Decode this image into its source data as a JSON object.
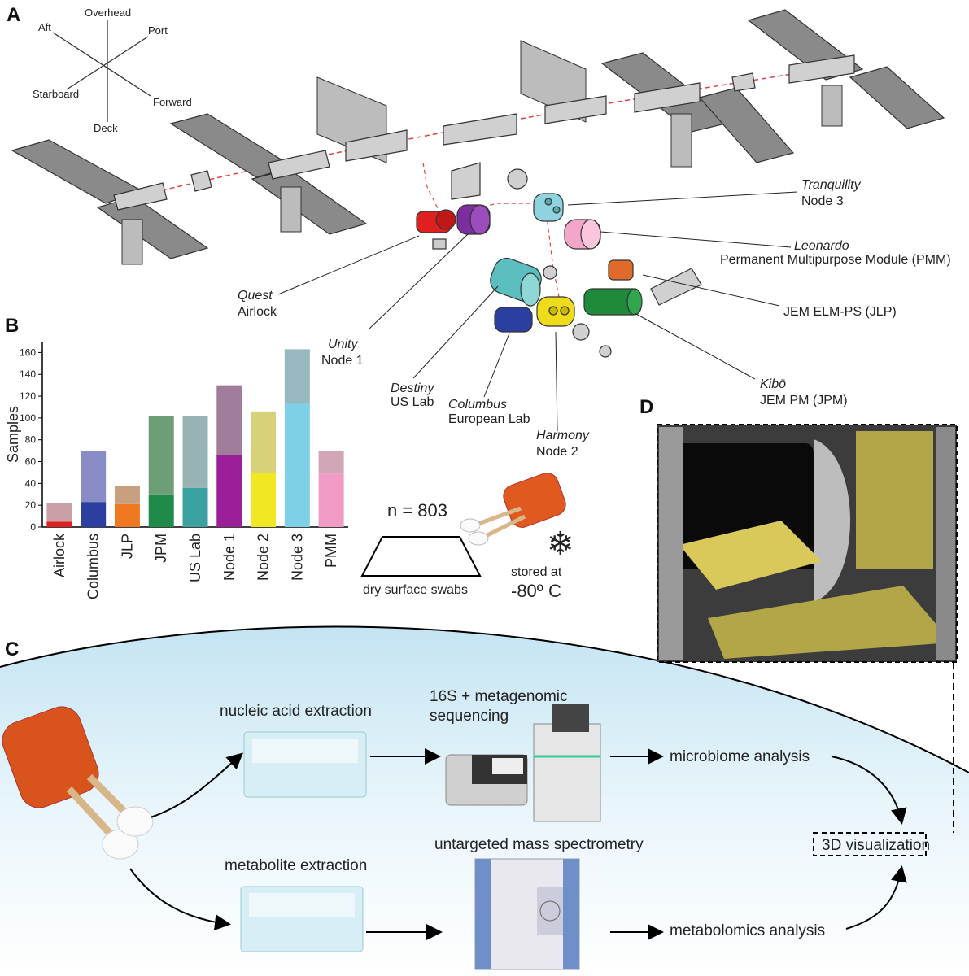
{
  "panels": {
    "a": "A",
    "b": "B",
    "c": "C",
    "d": "D"
  },
  "orientation": {
    "overhead": "Overhead",
    "port": "Port",
    "aft": "Aft",
    "starboard": "Starboard",
    "forward": "Forward",
    "deck": "Deck"
  },
  "modules": {
    "tranquility": {
      "name": "Tranquility",
      "sub": "Node 3",
      "color": "#8fd3e0"
    },
    "leonardo": {
      "name": "Leonardo",
      "sub": "Permanent Multipurpose Module (PMM)",
      "color": "#f4a6c8"
    },
    "jlp": {
      "name": "JEM ELM-PS (JLP)",
      "color": "#e06a2a"
    },
    "kibo": {
      "name": "Kibō",
      "sub": "JEM PM (JPM)",
      "color": "#1f8a3a"
    },
    "harmony": {
      "name": "Harmony",
      "sub": "Node 2",
      "color": "#eedb1a"
    },
    "columbus": {
      "name": "Columbus",
      "sub": "European Lab",
      "color": "#2a3fa0"
    },
    "destiny": {
      "name": "Destiny",
      "sub": "US Lab",
      "color": "#5bbfbf"
    },
    "unity": {
      "name": "Unity",
      "sub": "Node 1",
      "color": "#7d2e9e"
    },
    "quest": {
      "name": "Quest",
      "sub": "Airlock",
      "color": "#e02020"
    }
  },
  "chart_data": {
    "type": "bar",
    "ylabel": "Samples",
    "ylim": [
      0,
      170
    ],
    "yticks": [
      0,
      20,
      40,
      60,
      80,
      100,
      120,
      140,
      160
    ],
    "categories": [
      "Airlock",
      "Columbus",
      "JLP",
      "JPM",
      "US Lab",
      "Node 1",
      "Node 2",
      "Node 3",
      "PMM"
    ],
    "series": [
      {
        "values": [
          5,
          23,
          21,
          30,
          36,
          66,
          50,
          113,
          49
        ]
      },
      {
        "values": [
          17,
          47,
          17,
          72,
          66,
          64,
          56,
          50,
          21
        ]
      }
    ],
    "colors": [
      "#e02020",
      "#2a3fa0",
      "#f07820",
      "#1f8a4a",
      "#3aa0a0",
      "#9b1f99",
      "#f0e820",
      "#7fd0e6",
      "#f29ac6"
    ],
    "light_colors": [
      "#c9a0a6",
      "#8a8cc8",
      "#c8a080",
      "#6e9e78",
      "#98b3b4",
      "#a07d9b",
      "#d5d27a",
      "#98b8c0",
      "#d2a6b6"
    ]
  },
  "sampling": {
    "n": "n = 803",
    "swabs": "dry surface swabs",
    "stored1": "stored at",
    "stored2": "-80º C"
  },
  "workflow": {
    "nucleic": "nucleic acid extraction",
    "seq1": "16S + metagenomic",
    "seq2": "sequencing",
    "microbiome": "microbiome analysis",
    "metabolite": "metabolite extraction",
    "mass": "untargeted mass spectrometry",
    "metabolomics": "metabolomics analysis",
    "viz": "3D visualization"
  }
}
